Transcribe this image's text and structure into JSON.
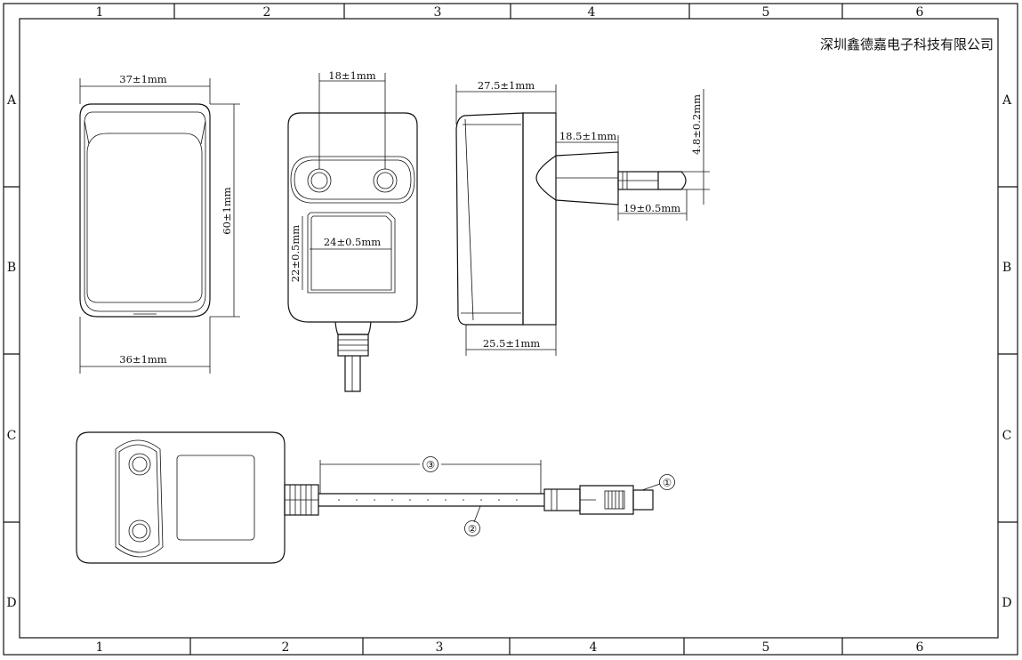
{
  "company": "深圳鑫德嘉电子科技有限公司",
  "grid": {
    "columns": [
      "1",
      "2",
      "3",
      "4",
      "5",
      "6"
    ],
    "rows": [
      "A",
      "B",
      "C",
      "D"
    ]
  },
  "dimensions": {
    "front_width_top": "37±1mm",
    "front_width_bottom": "36±1mm",
    "front_height": "60±1mm",
    "pin_spacing": "18±1mm",
    "label_width": "24±0.5mm",
    "label_height": "22±0.5mm",
    "side_depth_top": "27.5±1mm",
    "side_depth_bottom": "25.5±1mm",
    "pin_length": "18.5±1mm",
    "pin_tip_length": "19±0.5mm",
    "pin_diameter": "4.8±0.2mm"
  },
  "callouts": {
    "connector": "①",
    "cable": "②",
    "cable_length": "③"
  }
}
